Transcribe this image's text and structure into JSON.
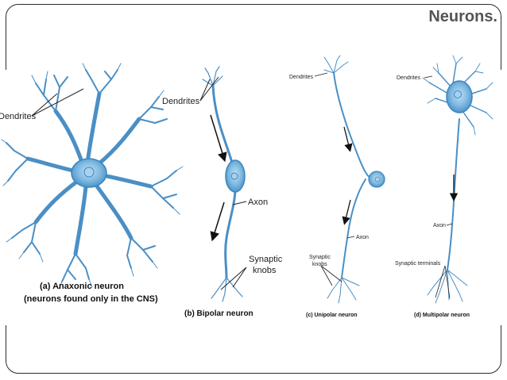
{
  "slide": {
    "title": "Neurons."
  },
  "panels": {
    "a": {
      "label_dendrites": "Dendrites",
      "caption_line1": "(a) Anaxonic neuron",
      "caption_line2": "(neurons found only in the CNS)"
    },
    "b": {
      "label_dendrites": "Dendrites",
      "label_axon": "Axon",
      "label_knobs_line1": "Synaptic",
      "label_knobs_line2": "knobs",
      "caption": "(b)  Bipolar neuron"
    },
    "c": {
      "label_dendrites": "Dendrites",
      "label_axon": "Axon",
      "label_knobs_line1": "Synaptic",
      "label_knobs_line2": "knobs",
      "caption": "(c)  Unipolar neuron"
    },
    "d": {
      "label_dendrites": "Dendrites",
      "label_axon": "Axon",
      "label_terminals": "Synaptic terminals",
      "caption": "(d)  Multipolar neuron"
    }
  },
  "colors": {
    "neuron_fill": "#7fb9e0",
    "neuron_stroke": "#3f86bf",
    "nucleus": "#a8d2ef"
  }
}
